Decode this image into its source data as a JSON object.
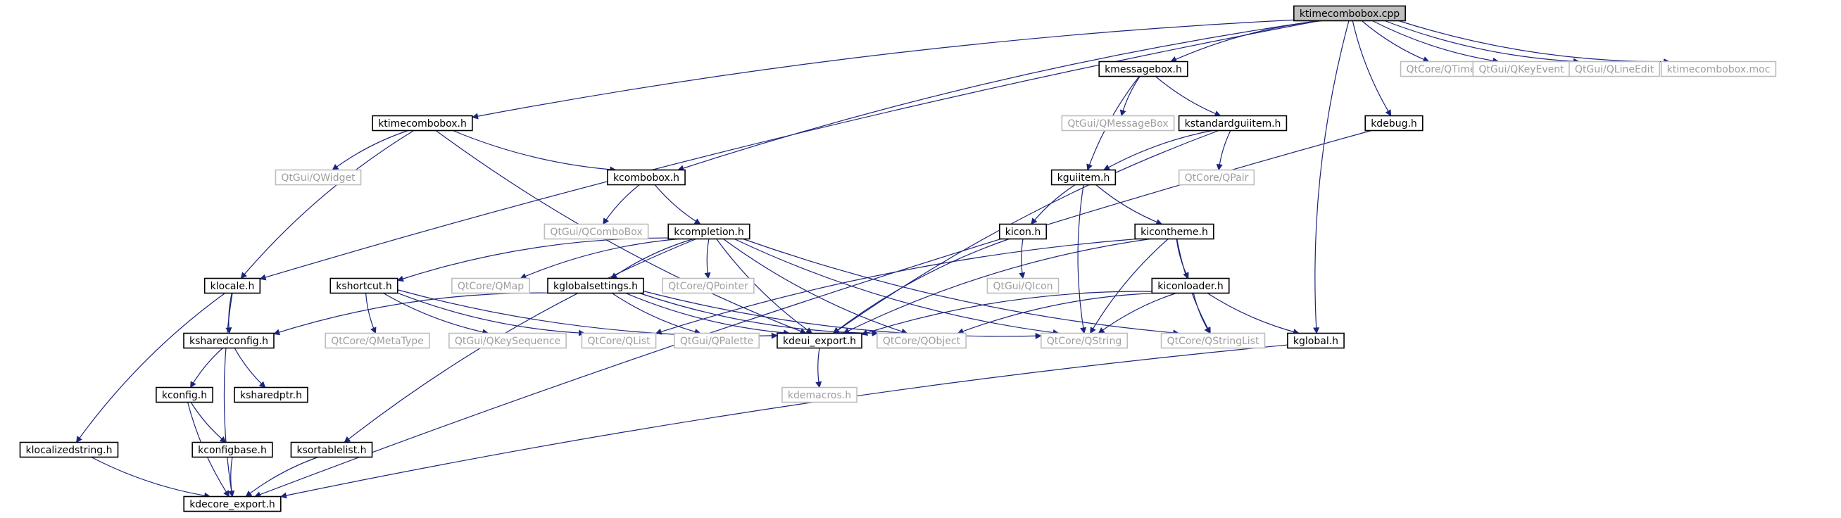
{
  "graph": {
    "colors": {
      "edge": "#1a237e",
      "node_border_solid": "#000000",
      "node_border_faded": "#bdbdbd",
      "text_solid": "#000000",
      "text_faded": "#9e9e9e",
      "root_fill": "#bfbfbf",
      "node_fill": "#ffffff"
    },
    "nodes": [
      {
        "id": "root",
        "label": "ktimecombobox.cpp",
        "style": "root"
      },
      {
        "id": "kmessagebox",
        "label": "kmessagebox.h",
        "style": "solid"
      },
      {
        "id": "qtime",
        "label": "QtCore/QTime",
        "style": "faded"
      },
      {
        "id": "qkeyevent",
        "label": "QtGui/QKeyEvent",
        "style": "faded"
      },
      {
        "id": "qlineedit",
        "label": "QtGui/QLineEdit",
        "style": "faded"
      },
      {
        "id": "moc",
        "label": "ktimecombobox.moc",
        "style": "faded"
      },
      {
        "id": "ktimecomboboxh",
        "label": "ktimecombobox.h",
        "style": "solid"
      },
      {
        "id": "qmessagebox",
        "label": "QtGui/QMessageBox",
        "style": "faded"
      },
      {
        "id": "kstandardguiitem",
        "label": "kstandardguiitem.h",
        "style": "solid"
      },
      {
        "id": "kdebug",
        "label": "kdebug.h",
        "style": "solid"
      },
      {
        "id": "qwidget",
        "label": "QtGui/QWidget",
        "style": "faded"
      },
      {
        "id": "kcombobox",
        "label": "kcombobox.h",
        "style": "solid"
      },
      {
        "id": "kguiitem",
        "label": "kguiitem.h",
        "style": "solid"
      },
      {
        "id": "qpair",
        "label": "QtCore/QPair",
        "style": "faded"
      },
      {
        "id": "qcombobox",
        "label": "QtGui/QComboBox",
        "style": "faded"
      },
      {
        "id": "kcompletion",
        "label": "kcompletion.h",
        "style": "solid"
      },
      {
        "id": "kicon",
        "label": "kicon.h",
        "style": "solid"
      },
      {
        "id": "kicontheme",
        "label": "kicontheme.h",
        "style": "solid"
      },
      {
        "id": "klocale",
        "label": "klocale.h",
        "style": "solid"
      },
      {
        "id": "kshortcut",
        "label": "kshortcut.h",
        "style": "solid"
      },
      {
        "id": "qmap",
        "label": "QtCore/QMap",
        "style": "faded"
      },
      {
        "id": "kglobalsettings",
        "label": "kglobalsettings.h",
        "style": "solid"
      },
      {
        "id": "qpointer",
        "label": "QtCore/QPointer",
        "style": "faded"
      },
      {
        "id": "qicon",
        "label": "QtGui/QIcon",
        "style": "faded"
      },
      {
        "id": "kiconloader",
        "label": "kiconloader.h",
        "style": "solid"
      },
      {
        "id": "ksharedconfig",
        "label": "ksharedconfig.h",
        "style": "solid"
      },
      {
        "id": "qmetatype",
        "label": "QtCore/QMetaType",
        "style": "faded"
      },
      {
        "id": "qkeysequence",
        "label": "QtGui/QKeySequence",
        "style": "faded"
      },
      {
        "id": "qlist",
        "label": "QtCore/QList",
        "style": "faded"
      },
      {
        "id": "qpalette",
        "label": "QtGui/QPalette",
        "style": "faded"
      },
      {
        "id": "kdeui_export",
        "label": "kdeui_export.h",
        "style": "solid"
      },
      {
        "id": "qobject",
        "label": "QtCore/QObject",
        "style": "faded"
      },
      {
        "id": "qstring",
        "label": "QtCore/QString",
        "style": "faded"
      },
      {
        "id": "qstringlist",
        "label": "QtCore/QStringList",
        "style": "faded"
      },
      {
        "id": "kglobal",
        "label": "kglobal.h",
        "style": "solid"
      },
      {
        "id": "kconfig",
        "label": "kconfig.h",
        "style": "solid"
      },
      {
        "id": "ksharedptr",
        "label": "ksharedptr.h",
        "style": "solid"
      },
      {
        "id": "kdemacros",
        "label": "kdemacros.h",
        "style": "faded"
      },
      {
        "id": "klocalizedstring",
        "label": "klocalizedstring.h",
        "style": "solid"
      },
      {
        "id": "kconfigbase",
        "label": "kconfigbase.h",
        "style": "solid"
      },
      {
        "id": "ksortablelist",
        "label": "ksortablelist.h",
        "style": "solid"
      },
      {
        "id": "kdecore_export",
        "label": "kdecore_export.h",
        "style": "solid"
      }
    ],
    "edges": [
      [
        "root",
        "kmessagebox"
      ],
      [
        "root",
        "qtime"
      ],
      [
        "root",
        "qkeyevent"
      ],
      [
        "root",
        "qlineedit"
      ],
      [
        "root",
        "moc"
      ],
      [
        "root",
        "ktimecomboboxh"
      ],
      [
        "root",
        "kcombobox"
      ],
      [
        "root",
        "klocale"
      ],
      [
        "root",
        "kdebug"
      ],
      [
        "root",
        "kglobal"
      ],
      [
        "kmessagebox",
        "qmessagebox"
      ],
      [
        "kmessagebox",
        "kstandardguiitem"
      ],
      [
        "kmessagebox",
        "kguiitem"
      ],
      [
        "ktimecomboboxh",
        "qwidget"
      ],
      [
        "ktimecomboboxh",
        "kcombobox"
      ],
      [
        "ktimecomboboxh",
        "klocale"
      ],
      [
        "ktimecomboboxh",
        "kdeui_export"
      ],
      [
        "kstandardguiitem",
        "kguiitem"
      ],
      [
        "kstandardguiitem",
        "qpair"
      ],
      [
        "kstandardguiitem",
        "kdeui_export"
      ],
      [
        "kdebug",
        "kdecore_export"
      ],
      [
        "kcombobox",
        "qcombobox"
      ],
      [
        "kcombobox",
        "kcompletion"
      ],
      [
        "kguiitem",
        "kicon"
      ],
      [
        "kguiitem",
        "kicontheme"
      ],
      [
        "kguiitem",
        "qstring"
      ],
      [
        "kcompletion",
        "kshortcut"
      ],
      [
        "kcompletion",
        "qmap"
      ],
      [
        "kcompletion",
        "kglobalsettings"
      ],
      [
        "kcompletion",
        "qpointer"
      ],
      [
        "kcompletion",
        "kdeui_export"
      ],
      [
        "kcompletion",
        "qobject"
      ],
      [
        "kcompletion",
        "qstring"
      ],
      [
        "kcompletion",
        "qstringlist"
      ],
      [
        "kcompletion",
        "ksortablelist"
      ],
      [
        "kicon",
        "qicon"
      ],
      [
        "kicon",
        "kdeui_export"
      ],
      [
        "kicontheme",
        "kiconloader"
      ],
      [
        "kicontheme",
        "kdeui_export"
      ],
      [
        "kicontheme",
        "qstringlist"
      ],
      [
        "kicontheme",
        "qstring"
      ],
      [
        "kicontheme",
        "qlist"
      ],
      [
        "klocale",
        "ksharedconfig"
      ],
      [
        "klocale",
        "kdecore_export"
      ],
      [
        "klocale",
        "klocalizedstring"
      ],
      [
        "kshortcut",
        "qmetatype"
      ],
      [
        "kshortcut",
        "qkeysequence"
      ],
      [
        "kshortcut",
        "qlist"
      ],
      [
        "kshortcut",
        "kdeui_export"
      ],
      [
        "kglobalsettings",
        "ksharedconfig"
      ],
      [
        "kglobalsettings",
        "qpalette"
      ],
      [
        "kglobalsettings",
        "kdeui_export"
      ],
      [
        "kglobalsettings",
        "qobject"
      ],
      [
        "kglobalsettings",
        "qstring"
      ],
      [
        "kiconloader",
        "kdeui_export"
      ],
      [
        "kiconloader",
        "qobject"
      ],
      [
        "kiconloader",
        "qstring"
      ],
      [
        "kiconloader",
        "qstringlist"
      ],
      [
        "kiconloader",
        "kglobal"
      ],
      [
        "ksharedconfig",
        "kconfig"
      ],
      [
        "ksharedconfig",
        "ksharedptr"
      ],
      [
        "kdeui_export",
        "kdemacros"
      ],
      [
        "kglobal",
        "kdecore_export"
      ],
      [
        "kconfig",
        "kconfigbase"
      ],
      [
        "kconfig",
        "kdecore_export"
      ],
      [
        "klocalizedstring",
        "kdecore_export"
      ],
      [
        "kconfigbase",
        "kdecore_export"
      ],
      [
        "ksortablelist",
        "kdecore_export"
      ]
    ]
  }
}
